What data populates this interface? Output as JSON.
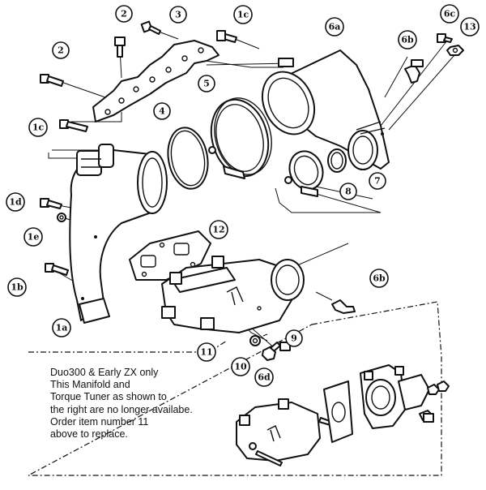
{
  "callouts": {
    "c2a": "2",
    "c3": "3",
    "c1c_top": "1c",
    "c6a": "6a",
    "c6c": "6c",
    "c13": "13",
    "c6b_top": "6b",
    "c2b": "2",
    "c5": "5",
    "c4": "4",
    "c1c_left": "1c",
    "c7": "7",
    "c8": "8",
    "c1d": "1d",
    "c1e": "1e",
    "c12": "12",
    "c1b": "1b",
    "c6b_low": "6b",
    "c1a": "1a",
    "c11": "11",
    "c9": "9",
    "c10": "10",
    "c6d": "6d"
  },
  "note": {
    "line1": "Duo300 & Early ZX only",
    "line2": "This Manifold and",
    "line3": "Torque Tuner as shown to",
    "line4": " the right are no longer availabe.",
    "line5": "Order item number 11",
    "line6": "above to replace."
  }
}
